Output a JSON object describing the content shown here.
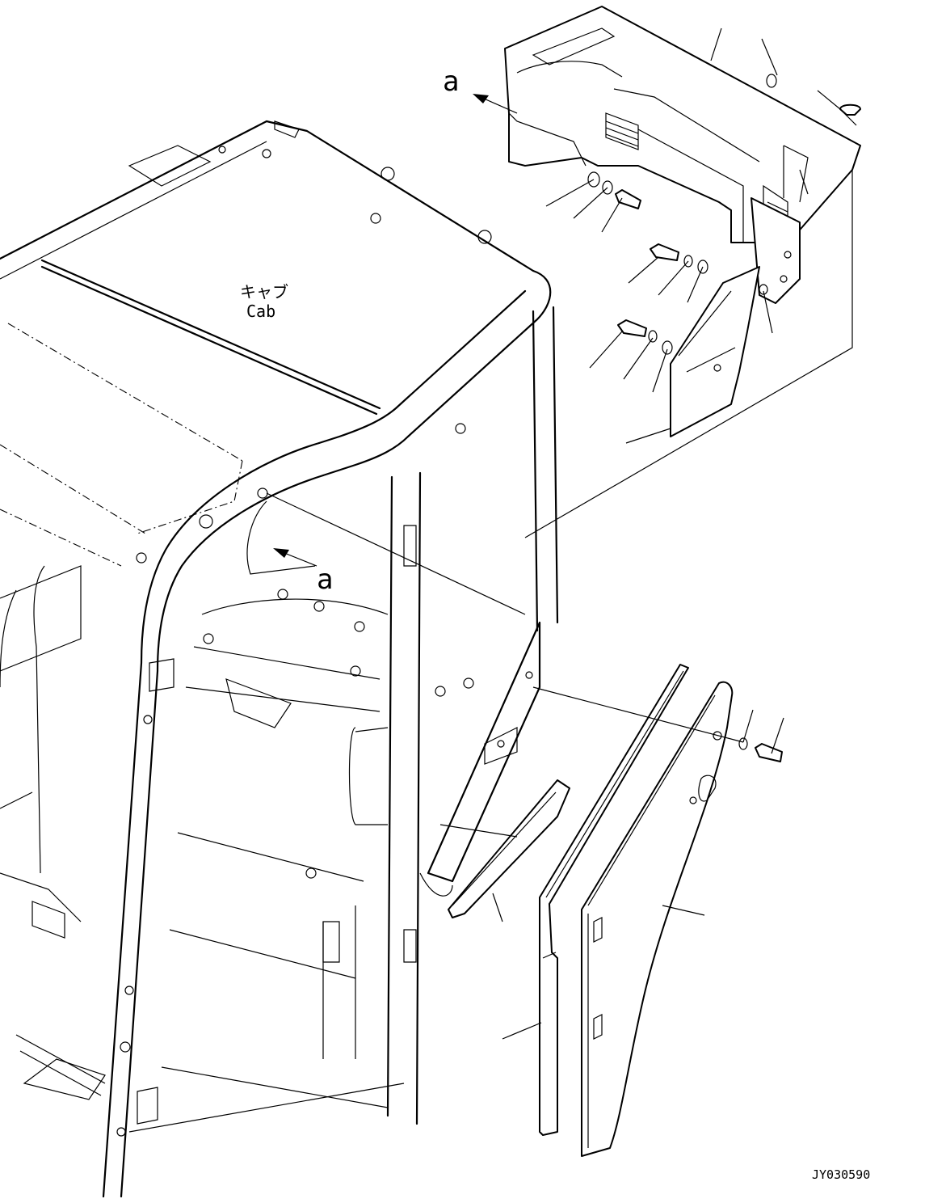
{
  "labels": {
    "cab_jp": "キャブ",
    "cab_en": "Cab",
    "view_arrow_top": "a",
    "view_arrow_mid": "a",
    "drawing_number": "JY030590"
  }
}
